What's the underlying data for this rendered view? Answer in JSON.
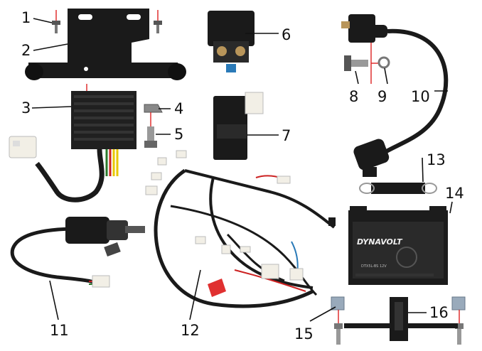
{
  "callouts": [
    "1",
    "2",
    "3",
    "4",
    "5",
    "6",
    "7",
    "8",
    "9",
    "10",
    "11",
    "12",
    "13",
    "14",
    "15",
    "16"
  ],
  "battery": {
    "brand": "DYNAVOLT",
    "model": "DTX5L-BS 12V"
  },
  "colors": {
    "part": "#1a1a1a",
    "accent_red": "#d22222",
    "plug_white": "#f2efe6",
    "leader": "#111111"
  }
}
